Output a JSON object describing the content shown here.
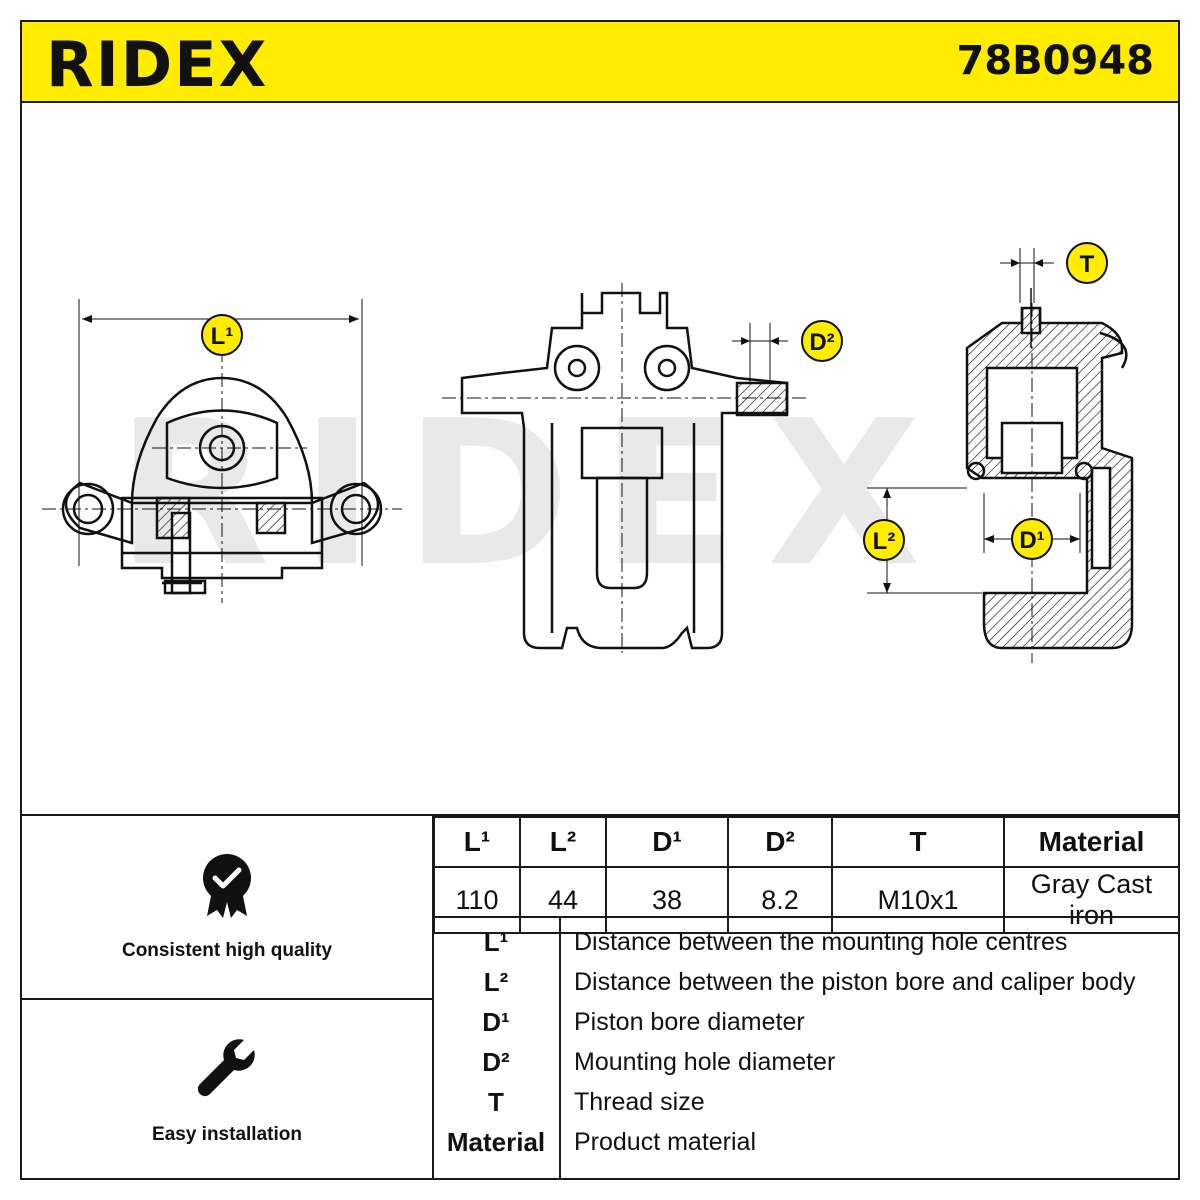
{
  "header": {
    "brand": "RIDEX",
    "part_number": "78B0948"
  },
  "watermark": "RIDEX",
  "drawing": {
    "labels": {
      "L1": "L¹",
      "L2": "L²",
      "D1": "D¹",
      "D2": "D²",
      "T": "T"
    }
  },
  "features": [
    {
      "label": "Consistent high quality",
      "icon": "quality-badge-icon"
    },
    {
      "label": "Easy installation",
      "icon": "wrench-icon"
    }
  ],
  "specs": {
    "headers": [
      "L¹",
      "L²",
      "D¹",
      "D²",
      "T",
      "Material"
    ],
    "values": [
      "110",
      "44",
      "38",
      "8.2",
      "M10x1",
      "Gray Cast iron"
    ]
  },
  "legend": [
    {
      "key": "L¹",
      "desc": "Distance between the mounting hole centres"
    },
    {
      "key": "L²",
      "desc": "Distance between the piston bore and caliper body"
    },
    {
      "key": "D¹",
      "desc": "Piston bore diameter"
    },
    {
      "key": "D²",
      "desc": "Mounting hole diameter"
    },
    {
      "key": "T",
      "desc": "Thread size"
    },
    {
      "key": "Material",
      "desc": "Product material"
    }
  ],
  "colors": {
    "accent": "#ffec00",
    "ink": "#111111"
  }
}
